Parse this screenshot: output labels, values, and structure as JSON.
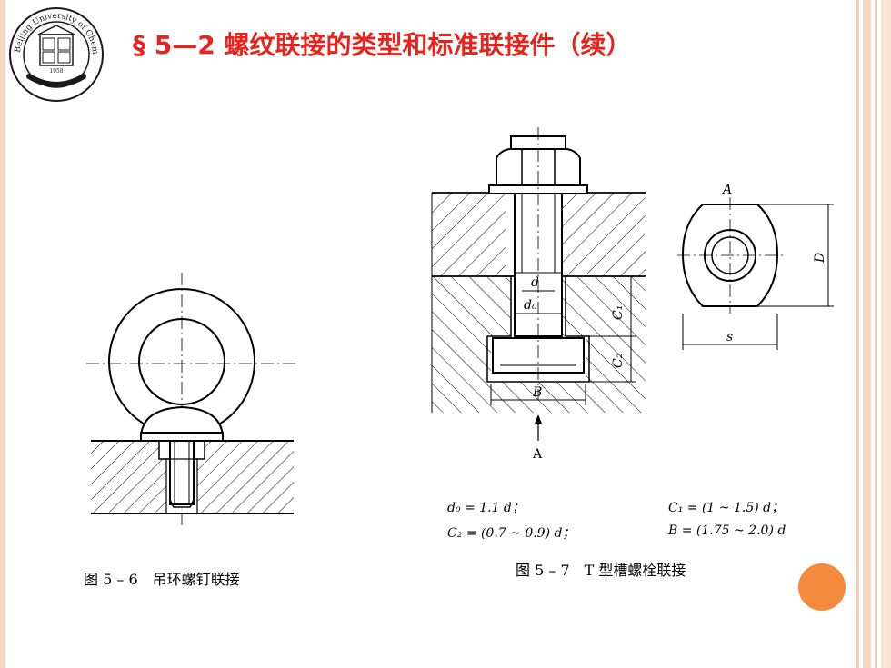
{
  "slide": {
    "title": "§ 5—2 螺纹联接的类型和标准联接件（续）",
    "logo_text": "Beijing University of Chemical Technology",
    "logo_year": "1958"
  },
  "figure_left": {
    "caption": "图 5 – 6　吊环螺钉联接"
  },
  "figure_right": {
    "caption": "图 5 – 7　T 型槽螺栓联接",
    "labels": {
      "d": "d",
      "d0": "d₀",
      "C1": "C₁",
      "C2": "C₂",
      "B": "B",
      "A_bottom": "A",
      "A_top": "A",
      "D": "D",
      "s": "s"
    },
    "formulas": {
      "f1": "d₀ = 1.1 d；",
      "f2": "C₁ = (1 ~ 1.5) d；",
      "f3": "C₂ = (0.7 ~ 0.9) d；",
      "f4": "B = (1.75 ~ 2.0) d"
    }
  },
  "colors": {
    "title": "#e8231e",
    "accent_orange": "#f68a3c",
    "border_peach": "#f6d7c2"
  }
}
